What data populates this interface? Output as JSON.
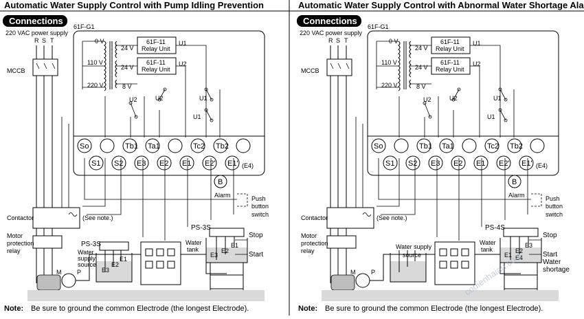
{
  "panels": [
    {
      "title": "Automatic Water Supply Control with Pump Idling Prevention",
      "heading": "Connections",
      "power_label": "220 VAC power supply",
      "phases": [
        "R",
        "S",
        "T"
      ],
      "mccb": "MCCB",
      "controller": "61F-G1",
      "relay_unit": [
        "61F-11",
        "Relay Unit"
      ],
      "voltages": [
        "0 V",
        "110 V",
        "220 V"
      ],
      "coil_labels": [
        "24 V",
        "24 V",
        "8 V"
      ],
      "relay_tags": [
        "U1",
        "U2"
      ],
      "top_terminals": [
        "So",
        "",
        "Tb1",
        "Ta1",
        "",
        "Tc2",
        "Tb2",
        ""
      ],
      "bottom_terminals": [
        "S1",
        "S2",
        "E3",
        "E2",
        "E1",
        "E2'",
        "E1'"
      ],
      "e4_label": "(E4)",
      "alarm_terminal": "B",
      "alarm_label": "Alarm",
      "push_button": [
        "Push",
        "button",
        "switch"
      ],
      "contactor": "Contactor",
      "see_note": "(See note.)",
      "motor_relay": [
        "Motor",
        "protection",
        "relay"
      ],
      "sensor_a": "PS-3S",
      "sensor_b": "PS-3S",
      "motor": "M",
      "pump": "P",
      "source_label": [
        "Water",
        "supply",
        "source"
      ],
      "tank_label": [
        "Water",
        "tank"
      ],
      "electrodes_src": [
        "E3",
        "E2",
        "E1"
      ],
      "electrodes_tank": [
        "E3",
        "E2",
        "E1"
      ],
      "actions": [
        "Stop",
        "Start"
      ],
      "note_label": "Note:",
      "note_text": "Be sure to ground the common Electrode (the longest Electrode)."
    },
    {
      "title": "Automatic Water Supply Control with Abnormal Water Shortage Alarm",
      "heading": "Connections",
      "power_label": "220 VAC power supply",
      "phases": [
        "R",
        "S",
        "T"
      ],
      "mccb": "MCCB",
      "controller": "61F-G1",
      "relay_unit": [
        "61F-11",
        "Relay Unit"
      ],
      "voltages": [
        "0 V",
        "110 V",
        "220 V"
      ],
      "coil_labels": [
        "24 V",
        "24 V",
        "8 V"
      ],
      "relay_tags": [
        "U1",
        "U2"
      ],
      "top_terminals": [
        "So",
        "",
        "Tb1",
        "Ta1",
        "",
        "Tc2",
        "Tb2",
        ""
      ],
      "bottom_terminals": [
        "S1",
        "S2",
        "E3",
        "E2",
        "E1",
        "E2'",
        "E1'"
      ],
      "e4_label": "(E4)",
      "alarm_terminal": "B",
      "alarm_label": "Alarm",
      "push_button": [
        "Push",
        "button",
        "switch"
      ],
      "contactor": "Contactor",
      "see_note": "(See note.)",
      "motor_relay": [
        "Motor",
        "protection",
        "relay"
      ],
      "sensor_b": "PS-4S",
      "motor": "M",
      "pump": "P",
      "source_label": [
        "Water supply",
        "source"
      ],
      "tank_label": [
        "Water",
        "tank"
      ],
      "electrodes_tank": [
        "E1",
        "E2",
        "E3",
        "E4"
      ],
      "actions": [
        "Stop",
        "Start",
        "Water",
        "shortage"
      ],
      "note_label": "Note:",
      "note_text": "Be sure to ground the common Electrode (the longest Electrode)."
    }
  ],
  "watermark": "codienhaiau.com"
}
